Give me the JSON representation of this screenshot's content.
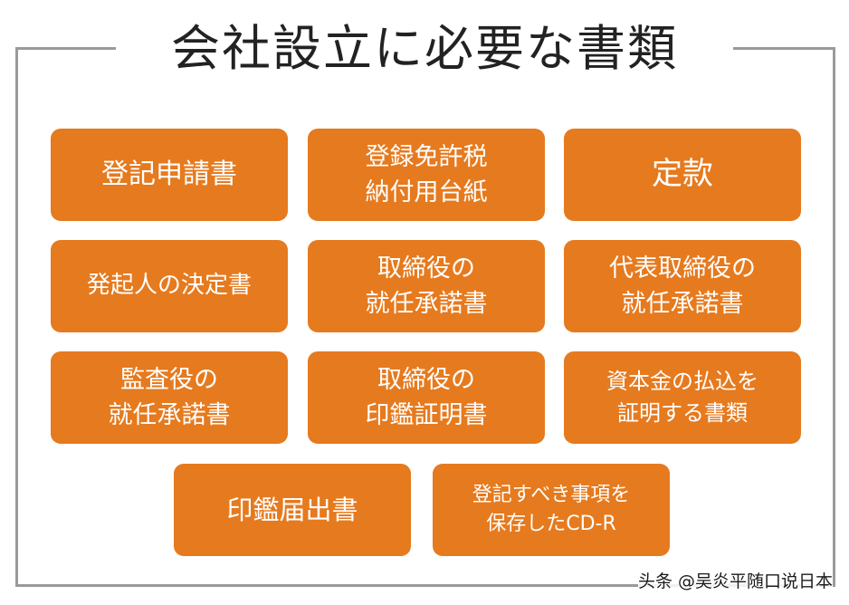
{
  "title": "会社設立に必要な書類",
  "colors": {
    "box_fill": "#e67a1e",
    "box_text": "#ffffff",
    "frame_border": "#9a9a9a",
    "title_text": "#222222"
  },
  "documents": [
    {
      "lines": [
        "登記申請書"
      ]
    },
    {
      "lines": [
        "登録免許税",
        "納付用台紙"
      ]
    },
    {
      "lines": [
        "定款"
      ]
    },
    {
      "lines": [
        "発起人の決定書"
      ]
    },
    {
      "lines": [
        "取締役の",
        "就任承諾書"
      ]
    },
    {
      "lines": [
        "代表取締役の",
        "就任承諾書"
      ]
    },
    {
      "lines": [
        "監査役の",
        "就任承諾書"
      ]
    },
    {
      "lines": [
        "取締役の",
        "印鑑証明書"
      ]
    },
    {
      "lines": [
        "資本金の払込を",
        "証明する書類"
      ]
    },
    {
      "lines": [
        "印鑑届出書"
      ]
    },
    {
      "lines": [
        "登記すべき事項を",
        "保存したCD-R"
      ]
    }
  ],
  "watermark": "头条 @吴炎平随口说日本"
}
